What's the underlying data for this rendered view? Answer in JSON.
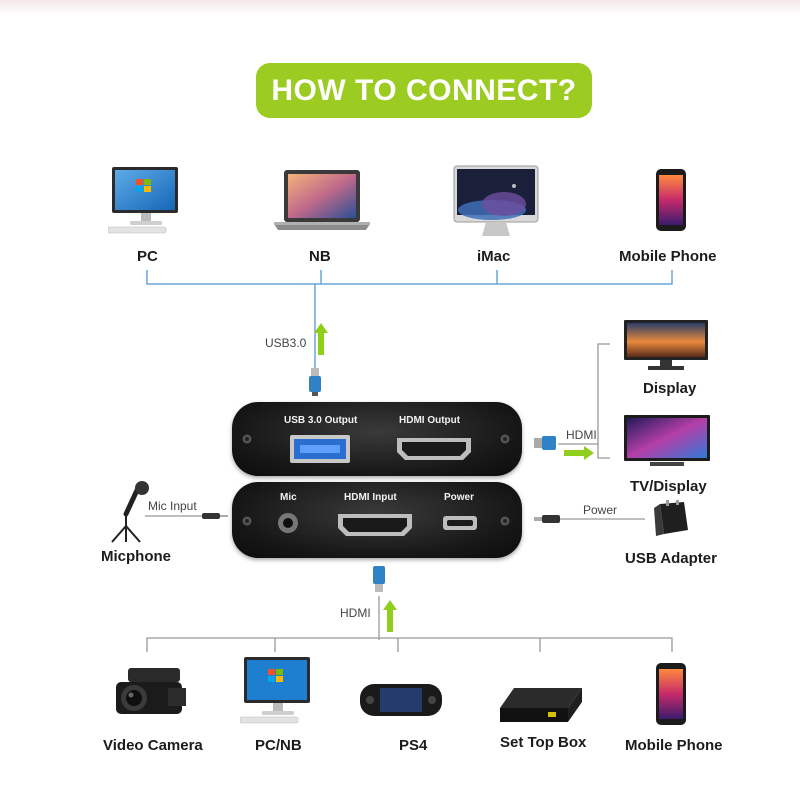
{
  "title": "HOW TO CONNECT?",
  "top_devices": [
    {
      "label": "PC",
      "icon": "pc-monitor-icon"
    },
    {
      "label": "NB",
      "icon": "laptop-icon"
    },
    {
      "label": "iMac",
      "icon": "imac-icon"
    },
    {
      "label": "Mobile Phone",
      "icon": "mobile-phone-icon"
    }
  ],
  "usb_link_label": "USB3.0",
  "outputs": [
    {
      "label": "Display",
      "icon": "display-monitor-icon"
    },
    {
      "label": "TV/Display",
      "icon": "tv-icon"
    }
  ],
  "hdmi_out_label": "HDMI",
  "capture_box": {
    "usb_port_label": "USB 3.0 Output",
    "hdmi_out_port_label": "HDMI Output",
    "mic_port_label": "Mic",
    "hdmi_in_port_label": "HDMI  Input",
    "power_port_label": "Power"
  },
  "mic": {
    "label": "Micphone",
    "link_label": "Mic Input"
  },
  "power": {
    "label": "USB Adapter",
    "link_label": "Power"
  },
  "hdmi_in_label": "HDMI",
  "bottom_devices": [
    {
      "label": "Video Camera",
      "icon": "video-camera-icon"
    },
    {
      "label": "PC/NB",
      "icon": "pc-monitor-icon"
    },
    {
      "label": "PS4",
      "icon": "handheld-console-icon"
    },
    {
      "label": "Set Top Box",
      "icon": "set-top-box-icon"
    },
    {
      "label": "Mobile Phone",
      "icon": "mobile-phone-icon"
    }
  ],
  "colors": {
    "accent_green": "#9ccc22",
    "arrow_green": "#8fcf1c",
    "line_blue": "#6aa6d6",
    "box_dark": "#1a1a1a"
  }
}
